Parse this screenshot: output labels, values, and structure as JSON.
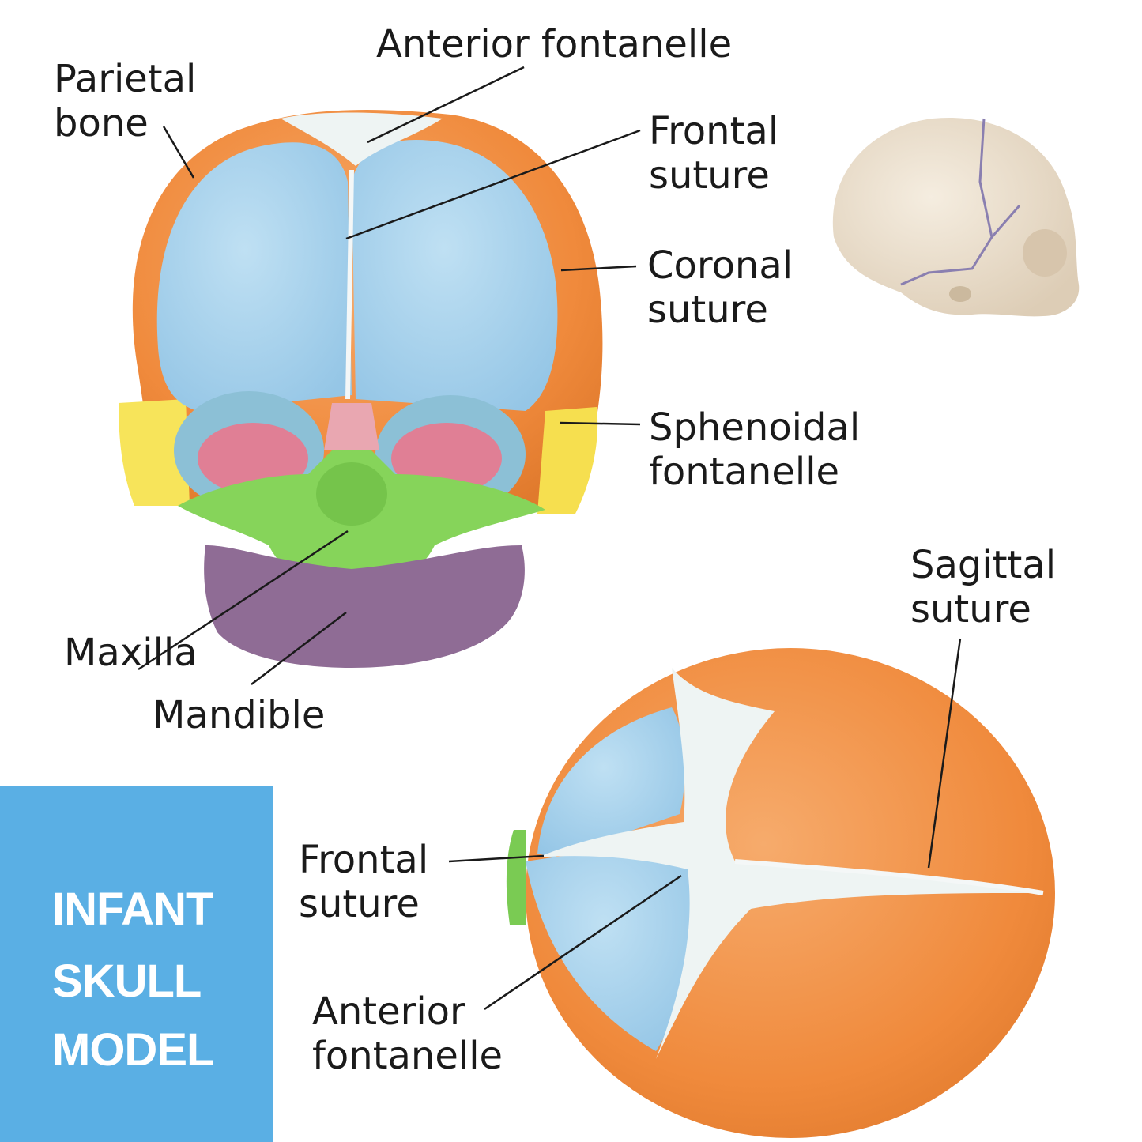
{
  "title": {
    "lines": [
      "INFANT",
      "SKULL",
      "MODEL"
    ]
  },
  "front_view": {
    "labels": {
      "parietal_bone": [
        "Parietal",
        "bone"
      ],
      "anterior_fontanelle": [
        "Anterior fontanelle"
      ],
      "frontal_suture": [
        "Frontal",
        "suture"
      ],
      "coronal_suture": [
        "Coronal",
        "suture"
      ],
      "sphenoidal_fontanelle": [
        "Sphenoidal",
        "fontanelle"
      ],
      "maxilla": [
        "Maxilla"
      ],
      "mandible": [
        "Mandible"
      ]
    }
  },
  "top_view": {
    "labels": {
      "sagittal_suture": [
        "Sagittal",
        "suture"
      ],
      "frontal_suture": [
        "Frontal",
        "suture"
      ],
      "anterior_fontanelle": [
        "Anterior",
        "fontanelle"
      ]
    }
  },
  "colors": {
    "frontal_bone": "#a7d3ec",
    "parietal_bone": "#f1944f",
    "temporal_bone": "#f7e45a",
    "mandible": "#8f6c95",
    "maxilla": "#86d45a",
    "orbit_inner": "#e07f95",
    "fontanelle": "#eef4f3",
    "side_skull": "#ece1d0",
    "title_box": "#5aafe4"
  }
}
